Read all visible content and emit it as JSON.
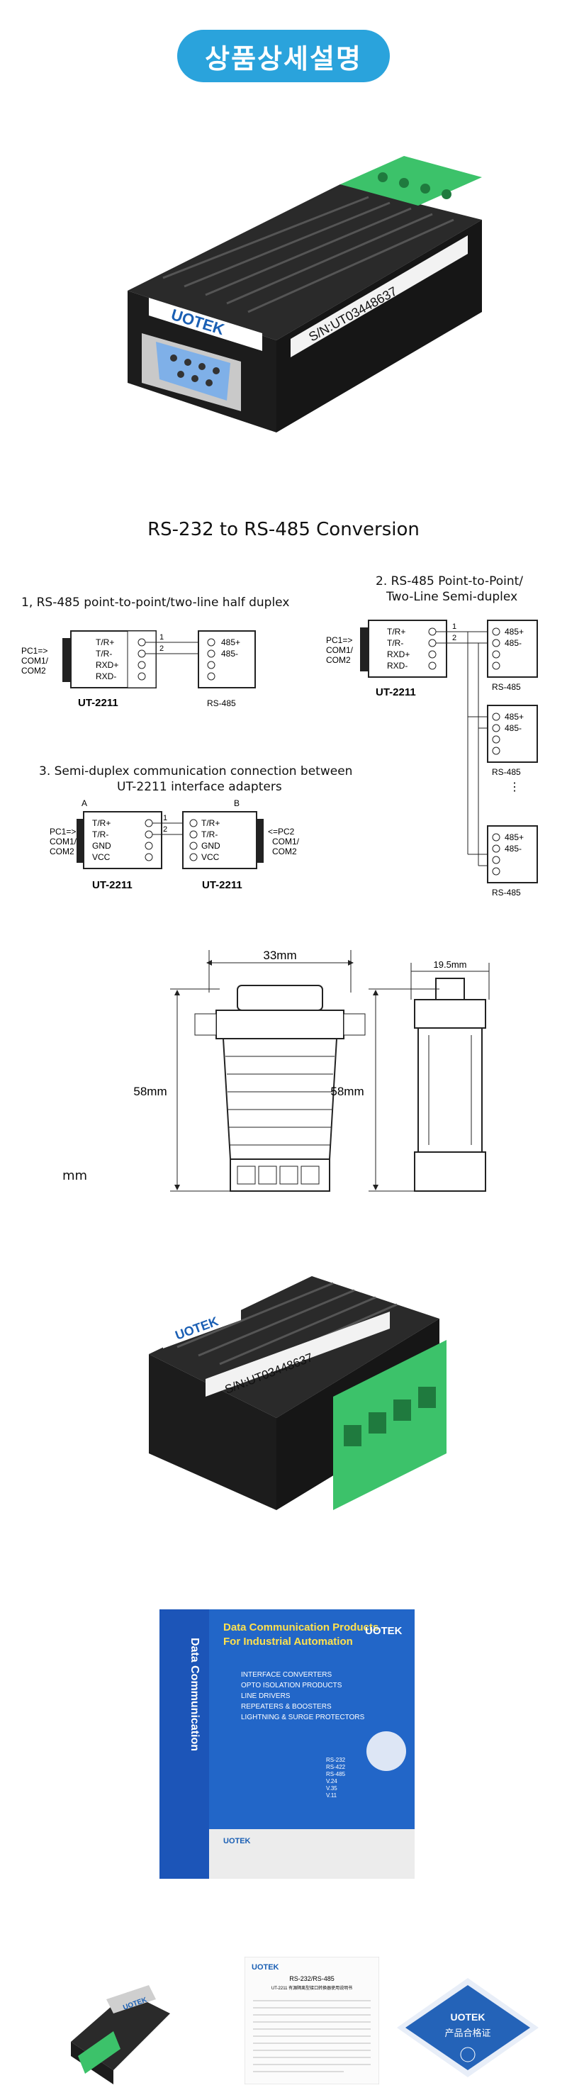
{
  "header": {
    "badge_text": "상품상세설명"
  },
  "product1": {
    "brand_logo": "UOTEK",
    "serial": "S/N:UT03448637"
  },
  "section_title": "RS-232 to RS-485 Conversion",
  "diagram1": {
    "caption": "1, RS-485 point-to-point/two-line half duplex",
    "pc_label": [
      "PC1=>",
      "COM1/",
      "COM2"
    ],
    "pins": [
      "T/R+",
      "T/R-",
      "RXD+",
      "RXD-"
    ],
    "wire_numbers": [
      "1",
      "2"
    ],
    "device": "UT-2211",
    "rs485_pins": [
      "485+",
      "485-"
    ],
    "rs485_label": "RS-485"
  },
  "diagram2": {
    "caption_line1": "2. RS-485 Point-to-Point/",
    "caption_line2": "Two-Line Semi-duplex",
    "pc_label": [
      "PC1=>",
      "COM1/",
      "COM2"
    ],
    "pins": [
      "T/R+",
      "T/R-",
      "RXD+",
      "RXD-"
    ],
    "wire_numbers": [
      "1",
      "2"
    ],
    "device": "UT-2211",
    "rs485_pins": [
      "485+",
      "485-"
    ],
    "rs485_label": "RS-485",
    "ellipsis": "⋮"
  },
  "diagram3": {
    "caption_line1": "3. Semi-duplex communication connection between",
    "caption_line2": "UT-2211 interface adapters",
    "side_a": "A",
    "side_b": "B",
    "pc_left": [
      "PC1=>",
      "COM1/",
      "COM2"
    ],
    "pc_right": [
      "<=PC2",
      "COM1/",
      "COM2"
    ],
    "pins": [
      "T/R+",
      "T/R-",
      "GND",
      "VCC"
    ],
    "wire_numbers": [
      "1",
      "2"
    ],
    "device": "UT-2211"
  },
  "dimensions": {
    "width_front": "33mm",
    "height_front": "58mm",
    "width_side": "19.5mm",
    "height_side": "58mm",
    "unit": "mm"
  },
  "package": {
    "box_line1": "Data Communication Products",
    "box_line2": "For Industrial Automation",
    "box_brand": "UOTEK",
    "box_list": [
      "INTERFACE CONVERTERS",
      "OPTO ISOLATION PRODUCTS",
      "LINE DRIVERS",
      "REPEATERS & BOOSTERS",
      "LIGHTNING & SURGE PROTECTORS"
    ],
    "box_side": "Data Communication",
    "box_models": [
      "RS-232",
      "RS-422",
      "RS-485",
      "V.24",
      "V.35",
      "V.11"
    ],
    "manual_brand": "UOTEK",
    "manual_title": "RS-232/RS-485",
    "manual_subtitle": "UT-2211 有源隔离型接口转换器使用说明书",
    "cert_brand": "UOTEK",
    "cert_text": "产品合格证"
  },
  "colors": {
    "badge": "#2aa3dc",
    "terminal": "#3cc26a",
    "db9": "#7fb0e8",
    "box_blue": "#1c55b8"
  }
}
